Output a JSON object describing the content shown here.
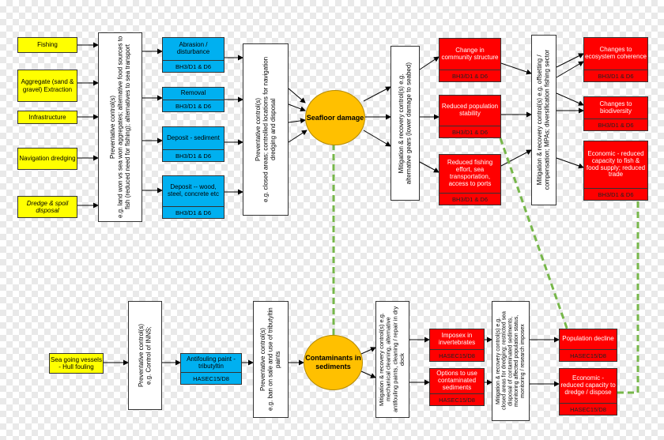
{
  "pressures": {
    "fishing": "Fishing",
    "aggregate": "Aggregate (sand & gravel) Extraction",
    "infrastructure": "Infrastructure",
    "navigation": "Navigation dredging",
    "dredge": "Dredge & spoil disposal",
    "vessels": "Sea going vessels - Hull fouling"
  },
  "controls": {
    "preventative1_title": "Preventative control(s)",
    "preventative1_body": "e.g. land won vs sea won aggregates; alternative food sources to fish (reduced need for fishing); alternatives to sea transport",
    "preventative2_title": "Preventative control(s)",
    "preventative2_body": "e.g. closed areas; controlled locations for navigation dredging and disposal",
    "mitigation1_title": "Mitigation & recovery control(s) e.g.",
    "mitigation1_body": "alternative gears (lower damage to seabed)",
    "mitigation2_title": "Mitigation & recovery control(s) e.g. offsetting /",
    "mitigation2_body": "compensation; MPAs; diversification fishing sector",
    "preventative3_title": "Preventative control(s)",
    "preventative3_body": "e.g. Control of INNS;",
    "preventative4_title": "Preventative control(s)",
    "preventative4_body": "e.g. ban on sale and use of tributyltin paints",
    "mitigation3_title": "Mitigation & recovery control(s) e.g.",
    "mitigation3_body": "mechanical cleaning, alternative antifouling paints, cleaning / repair in dry dock",
    "mitigation4_title": "Mitigation & recovery control(s) e.g.",
    "mitigation4_body": "closed areas for dredging; restricted sea disposal of contaminated sediments, monitoring affected population status, monitoring / research imposex"
  },
  "pressure_states": {
    "abrasion": {
      "label": "Abrasion / disturbance",
      "code": "BH3/D1 & D6"
    },
    "removal": {
      "label": "Removal",
      "code": "BH3/D1 & D6"
    },
    "deposit_sediment": {
      "label": "Deposit - sediment",
      "code": "BH3/D1 & D6"
    },
    "deposit_wood": {
      "label": "Deposit -- wood, steel, concrete etc",
      "code": "BH3/D1 & D6"
    },
    "antifouling": {
      "label": "Antifouling paint - tributyltin",
      "code": "HASEC15/D8"
    }
  },
  "events": {
    "seafloor": "Seafloor damage",
    "contaminants": "Contaminants in sediments"
  },
  "impacts": {
    "community": {
      "label": "Change in community structure",
      "code": "BH3/D1 & D6"
    },
    "population": {
      "label": "Reduced population stability",
      "code": "BH3/D1 & D6"
    },
    "fishing_effort": {
      "label": "Reduced fishing effort, sea transportation, access to ports",
      "code": "BH3/D1 & D6"
    },
    "imposex": {
      "label": "Imposex in invertebrates",
      "code": "HASEC15/D8"
    },
    "disposal_options": {
      "label": "Options to use contaminated sediments",
      "code": "HASEC15/D8"
    }
  },
  "consequences": {
    "ecosystem": {
      "label": "Changes to ecosystem coherence",
      "code": "BH3/D1 & D6"
    },
    "biodiversity": {
      "label": "Changes to biodiversity",
      "code": "BH3/D1 & D6"
    },
    "economic1": {
      "label": "Economic - reduced capacity to fish & food supply; reduced trade",
      "code": "BH3/D1 & D6"
    },
    "population_decline": {
      "label": "Population decline",
      "code": "HASEC15/D8"
    },
    "economic2": {
      "label": "Economic - reduced capacity to dredge / dispose",
      "code": "HASEC15/D8"
    }
  },
  "colors": {
    "pressure": "#ffff00",
    "state": "#00b0f0",
    "impact": "#ff0000",
    "event": "#ffc000",
    "dashed_link": "#77b74a"
  }
}
